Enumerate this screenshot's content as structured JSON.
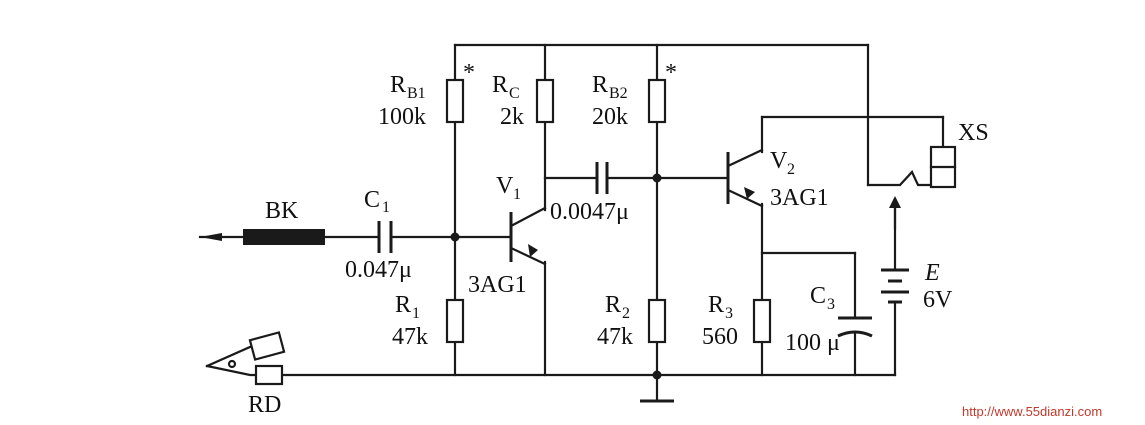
{
  "labels": {
    "bk": "BK",
    "rd": "RD",
    "c1": "C",
    "c1_sub": "1",
    "c1_val": "0.047μ",
    "rb1": "R",
    "rb1_sub": "B1",
    "rb1_star": "*",
    "rb1_val": "100k",
    "r1": "R",
    "r1_sub": "1",
    "r1_val": "47k",
    "v1": "V",
    "v1_sub": "1",
    "v1_type": "3AG1",
    "rc": "R",
    "rc_sub": "C",
    "rc_val": "2k",
    "c2_val": "0.0047μ",
    "rb2": "R",
    "rb2_sub": "B2",
    "rb2_star": "*",
    "rb2_val": "20k",
    "r2": "R",
    "r2_sub": "2",
    "r2_val": "47k",
    "v2": "V",
    "v2_sub": "2",
    "v2_type": "3AG1",
    "r3": "R",
    "r3_sub": "3",
    "r3_val": "560",
    "c3": "C",
    "c3_sub": "3",
    "c3_val": "100 μ",
    "e": "E",
    "e_val": "6V",
    "xs": "XS"
  },
  "watermark": "http://www.55dianzi.com"
}
